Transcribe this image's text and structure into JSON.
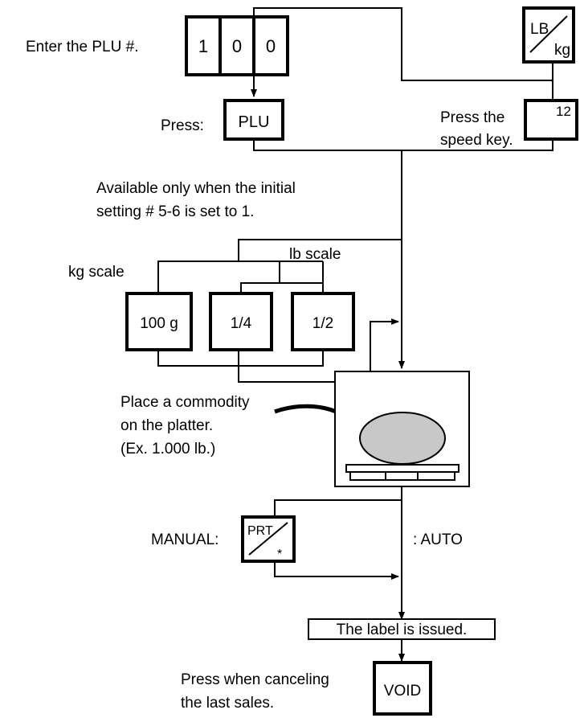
{
  "steps": {
    "enter_plu": "Enter the PLU #.",
    "press": "Press:",
    "press_speed_1": "Press the",
    "press_speed_2": "speed key.",
    "available_1": "Available only when the initial",
    "available_2": "setting # 5-6 is set to 1.",
    "kg_scale": "kg scale",
    "lb_scale": "lb scale",
    "place_1": "Place a commodity",
    "place_2": "on the platter.",
    "place_3": "(Ex. 1.000 lb.)",
    "manual": "MANUAL:",
    "auto": ": AUTO",
    "label_issued": "The label is issued.",
    "cancel_1": "Press when canceling",
    "cancel_2": "the last sales."
  },
  "keys": {
    "digit_1": "1",
    "digit_2": "0",
    "digit_3": "0",
    "plu": "PLU",
    "speed": "12",
    "lb_top": "LB",
    "lb_bottom": "kg",
    "unit_100g": "100 g",
    "unit_quarter": "1/4",
    "unit_half": "1/2",
    "prt_top": "PRT",
    "prt_bottom": "*",
    "void": "VOID"
  },
  "colors": {
    "line": "#000000",
    "commodity": "#c8c8c8"
  }
}
